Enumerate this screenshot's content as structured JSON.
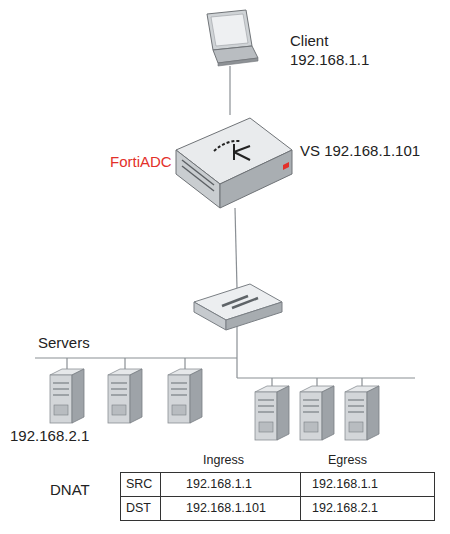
{
  "diagram": {
    "nodes": [
      {
        "text": [
          "Client",
          "192.168.1.1"
        ]
      },
      {
        "text": [
          "FortiADC",
          "VS 192.168.1.101"
        ]
      }
    ],
    "edges": [
      {
        "from": 0,
        "to": 1,
        "arrow": "none"
      }
    ],
    "labels": [
      "Servers",
      "192.168.2.1",
      "DNAT",
      "Ingress",
      "Egress",
      "SRC",
      "192.168.1.1",
      "192.168.1.1",
      "DST",
      "192.168.1.101",
      "192.168.2.1"
    ]
  }
}
